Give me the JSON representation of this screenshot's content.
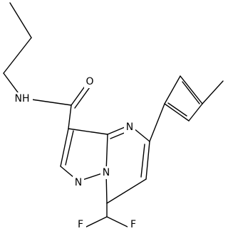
{
  "molecule": {
    "atoms": {
      "nh": "NH",
      "o": "O",
      "n4": "N",
      "n1": "N",
      "n2": "N",
      "f1": "F",
      "f2": "F"
    }
  }
}
